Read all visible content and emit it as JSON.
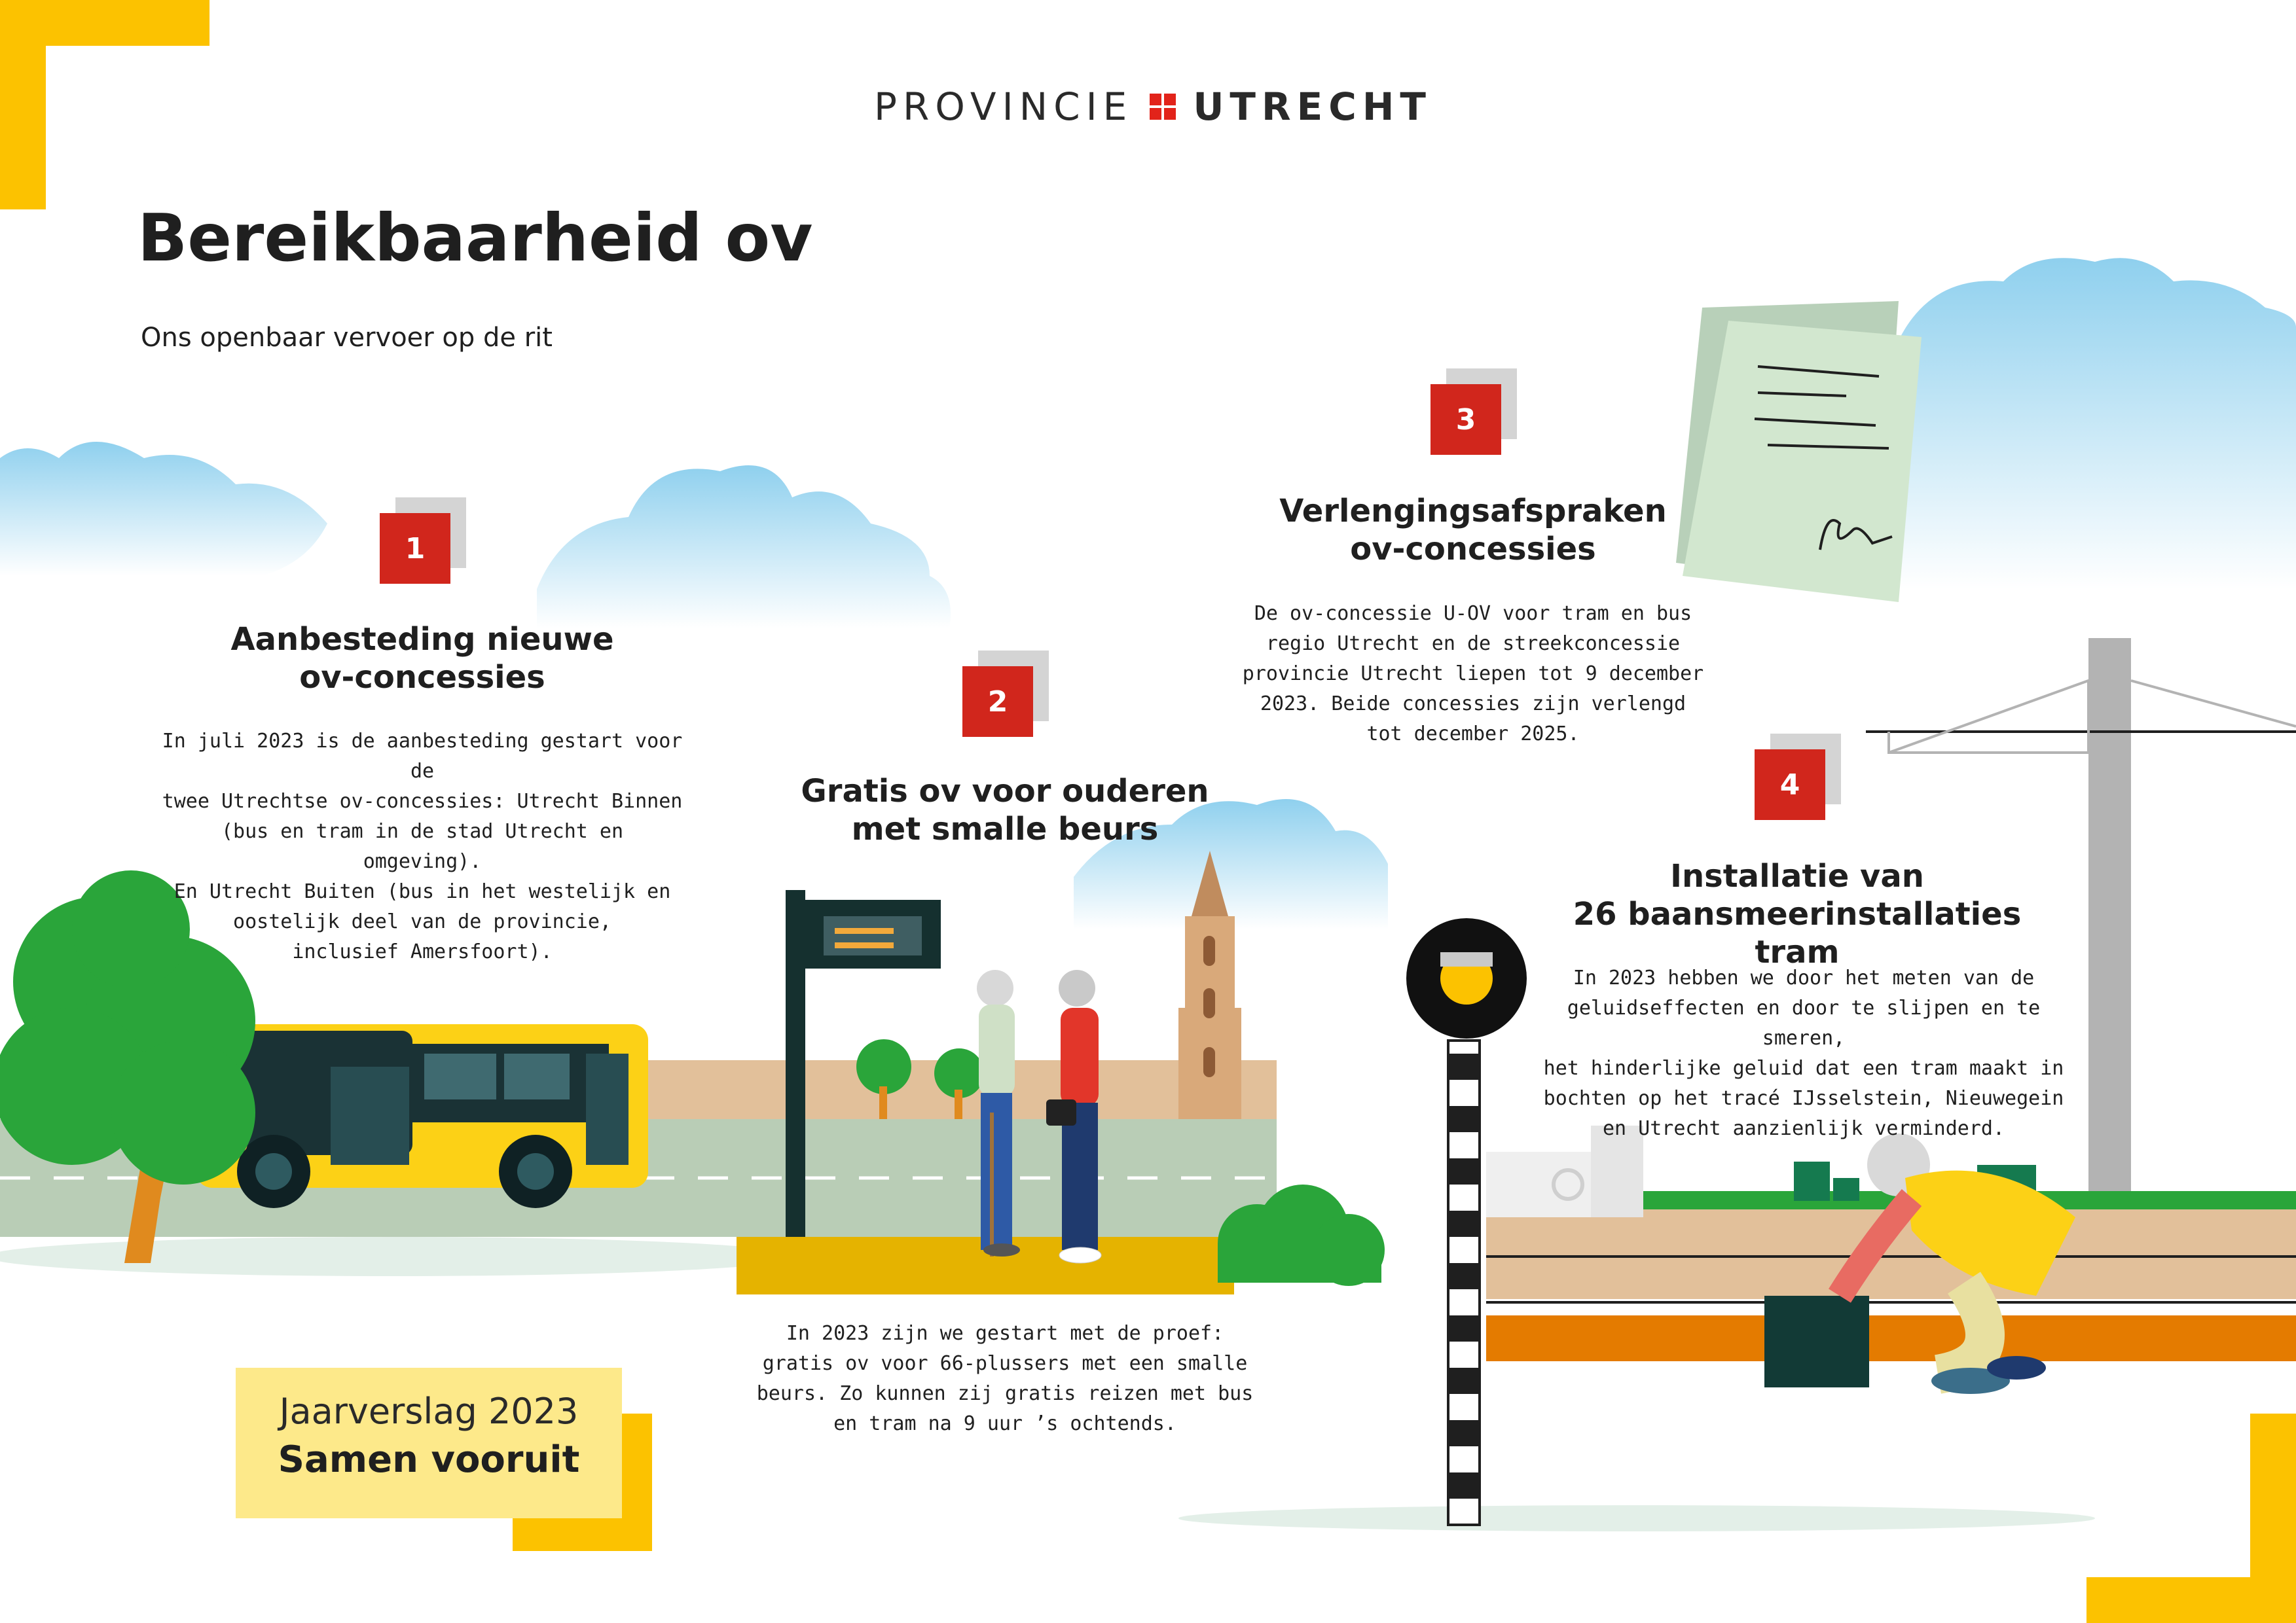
{
  "header": {
    "logo_left": "PROVINCIE",
    "logo_right": "UTRECHT"
  },
  "page": {
    "title": "Bereikbaarheid ov",
    "subtitle": "Ons openbaar vervoer op de rit"
  },
  "items": [
    {
      "number": "1",
      "heading_line1": "Aanbesteding nieuwe",
      "heading_line2": "ov-concessies",
      "text": [
        "In juli 2023 is de aanbesteding gestart voor de",
        "twee Utrechtse ov-concessies: Utrecht Binnen",
        "(bus en tram in de stad Utrecht en omgeving).",
        "En Utrecht Buiten (bus in het westelijk en",
        "oostelijk deel van de provincie,",
        "inclusief Amersfoort)."
      ]
    },
    {
      "number": "2",
      "heading_line1": "Gratis ov voor ouderen",
      "heading_line2": "met smalle beurs",
      "text": [
        "In 2023 zijn we gestart met de proef:",
        "gratis ov voor 66-plussers met een smalle",
        "beurs. Zo kunnen zij gratis reizen met bus",
        "en tram na 9 uur ’s ochtends."
      ]
    },
    {
      "number": "3",
      "heading_line1": "Verlengingsafspraken",
      "heading_line2": "ov-concessies",
      "text": [
        "De ov-concessie U-OV voor tram en bus",
        "regio Utrecht en de streekconcessie",
        "provincie Utrecht liepen tot 9 december",
        "2023. Beide concessies zijn verlengd",
        "tot december 2025."
      ]
    },
    {
      "number": "4",
      "heading_line1": "Installatie van",
      "heading_line2": "26 baansmeerinstallaties tram",
      "text": [
        "In 2023 hebben we door het meten van de",
        "geluidseffecten en door te slijpen en te smeren,",
        "het hinderlijke geluid dat een tram maakt in",
        "bochten op het tracé IJsselstein, Nieuwegein",
        "en Utrecht aanzienlijk verminderd."
      ]
    }
  ],
  "bus": {
    "label": "bus"
  },
  "report": {
    "year_label": "Jaarverslag 2023",
    "tagline": "Samen vooruit"
  },
  "colors": {
    "accent_yellow": "#fcc200",
    "badge_red": "#d1261c",
    "bus_yellow": "#fcd116",
    "tree_green": "#2aa53a",
    "road_gray": "#b9cdb6"
  }
}
